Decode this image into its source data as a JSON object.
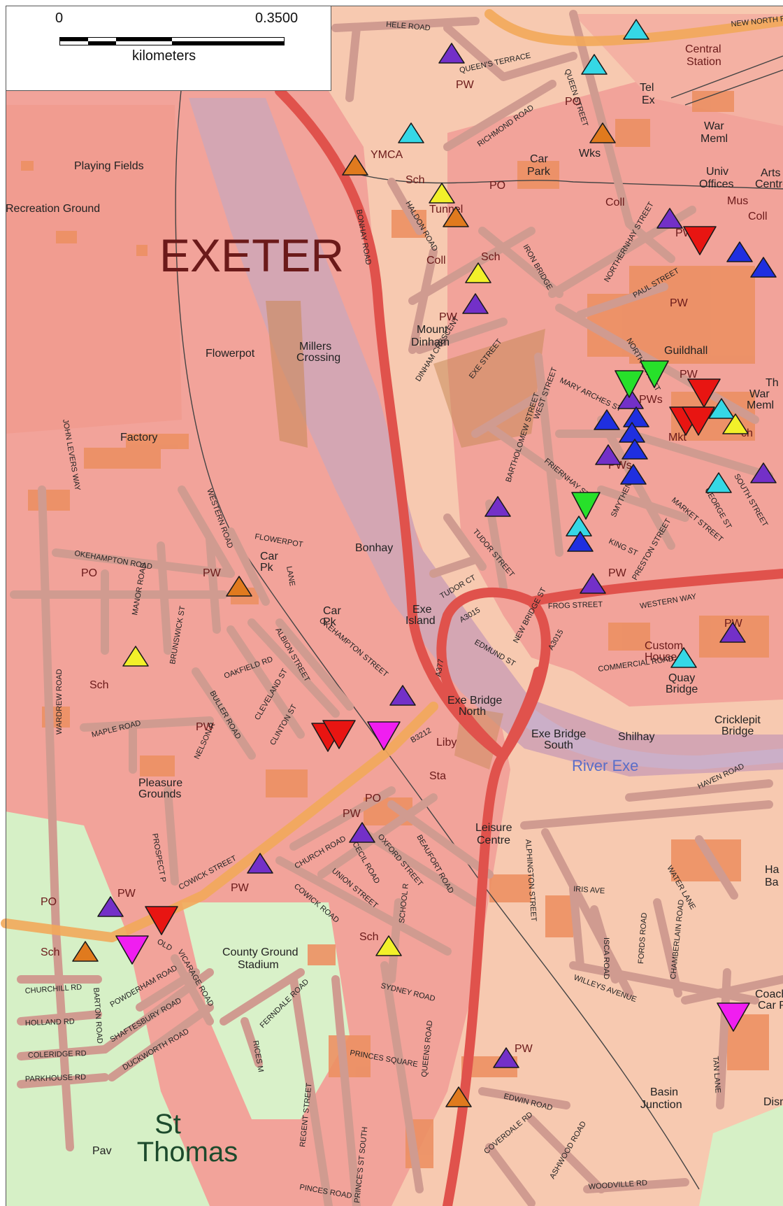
{
  "scale": {
    "start_label": "0",
    "end_label": "0.3500",
    "unit_label": "kilometers"
  },
  "title": "EXETER",
  "district_label": "St Thomas",
  "colors": {
    "urban_red": "#f2a39a",
    "urban_orange": "#f6c7ac",
    "green_area": "#d6f0c6",
    "building": "#eb8f5f",
    "road_main": "#e4504b",
    "road_minor": "#d49c90",
    "river": "#c8a7b6",
    "river_label": "#5a6ec8"
  },
  "places": [
    "Central Station",
    "Tel Ex",
    "War Meml",
    "Univ Offices",
    "Arts Centre",
    "Mus",
    "Coll",
    "YMCA",
    "Sch",
    "Tunnel",
    "PO",
    "Car Park",
    "Wks",
    "Playing Fields",
    "Recreation Ground",
    "Flowerpot",
    "Millers Crossing",
    "Mount Dinham",
    "PW",
    "Guildhall",
    "PWs",
    "Factory",
    "Bonhay",
    "Car Pk",
    "Exe Island",
    "Exe Bridge North",
    "Exe Bridge South",
    "Shilhay",
    "Quay Bridge",
    "Cricklepit Bridge",
    "Custom House",
    "River Exe",
    "Liby",
    "Sta",
    "Leisure Centre",
    "Pleasure Grounds",
    "County Ground Stadium",
    "Pav",
    "Basin Junction",
    "Coach Car Park",
    "Th",
    "Mkt"
  ],
  "streets": [
    "HELE ROAD",
    "QUEEN'S TERRACE",
    "QUEEN STREET",
    "RICHMOND ROAD",
    "NEW NORTH ROAD",
    "BONHAY ROAD",
    "HALDON ROAD",
    "IRON BRIDGE",
    "NORTHERNHAY STREET",
    "PAUL STREET",
    "NORTH STREET",
    "DINHAM CRESCENT",
    "EXE STREET",
    "MARY ARCHES ST",
    "WEST STREET",
    "BARTHOLOMEW STREET",
    "FRIERNHAY ST",
    "SMYTHEN ST",
    "MARKET STREET",
    "KING ST",
    "GEORGE ST",
    "SOUTH STREET",
    "PRESTON STREET",
    "TUDOR STREET",
    "TUDOR CT",
    "NEW BRIDGE ST",
    "FROG STREET",
    "WESTERN WAY",
    "COMMERCIAL ROAD",
    "EDMUND ST",
    "A3015",
    "A377",
    "B3212",
    "OKEHAMPTON STREET",
    "OKEHAMPTON ROAD",
    "FLOWERPOT LANE",
    "WESTERN ROAD",
    "MANOR ROAD",
    "BRUNSWICK ST",
    "JOHN LEVERS WAY",
    "WARDREW ROAD",
    "OAKFIELD RD",
    "ALBION STREET",
    "CLEVELAND ST",
    "CLINTON ST",
    "BULLER ROAD",
    "NELSON R",
    "MAPLE ROAD",
    "COWICK STREET",
    "PROSPECT P",
    "CHURCH ROAD",
    "CECIL ROAD",
    "OXFORD STREET",
    "BEAUFORT ROAD",
    "UNION STREET",
    "COWICK ROAD",
    "ALPHINGTON STREET",
    "HAVEN ROAD",
    "IRIS AVE",
    "WATER LANE",
    "CHAMBERLAIN ROAD",
    "FORDS ROAD",
    "WILLEYS AVENUE",
    "TAN LANE",
    "EDWIN ROAD",
    "COVERDALE RD",
    "ASHWOOD ROAD",
    "WOODVILLE RD",
    "SYDNEY ROAD",
    "PRINCES SQUARE",
    "QUEENS ROAD",
    "REGENT STREET",
    "PRINCE'S ST SOUTH",
    "PINCES ROAD",
    "CHURCHILL RD",
    "BARTON ROAD",
    "HOLLAND RD",
    "COLERIDGE RD",
    "PARKHOUSE RD",
    "POWDERHAM ROAD",
    "SHAFTESBURY ROAD",
    "DUCKWORTH ROAD",
    "VICARAGE ROAD",
    "FERNDALE ROAD",
    "RICES M",
    "SCHOOL R",
    "OLD"
  ]
}
